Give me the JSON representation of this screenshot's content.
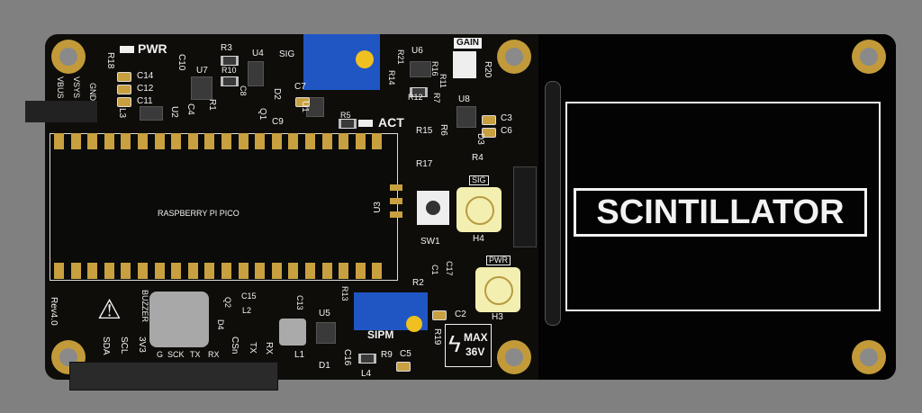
{
  "board": {
    "name": "SCINTILLATOR",
    "revision": "Rev4.0",
    "module": "RASPBERRY PI PICO"
  },
  "colors": {
    "pcb": "#0e0d0a",
    "gold": "#c8a040",
    "silk": "#f2f2f2",
    "pot": "#1f56c4",
    "background": "#808080"
  },
  "silk": {
    "pwr": "PWR",
    "r18": "R18",
    "c14": "C14",
    "c12": "C12",
    "c11": "C11",
    "vbus": "VBUS",
    "vsys": "VSYS",
    "gnd": "GND",
    "l3": "L3",
    "u2": "U2",
    "c10": "C10",
    "u7": "U7",
    "r3": "R3",
    "r10": "R10",
    "u4": "U4",
    "sig": "SIG",
    "c8": "C8",
    "r1": "R1",
    "c4": "C4",
    "d2": "D2",
    "q1": "Q1",
    "c7": "C7",
    "u1": "U1",
    "c9": "C9",
    "r5": "R5",
    "act": "ACT",
    "r21": "R21",
    "u6": "U6",
    "r14": "R14",
    "r16": "R16",
    "r11": "R11",
    "r12": "R12",
    "r7": "R7",
    "r20": "R20",
    "gain": "GAIN",
    "u8": "U8",
    "c3": "C3",
    "c6": "C6",
    "r15": "R15",
    "r6": "R6",
    "d3": "D3",
    "r17": "R17",
    "r4": "R4",
    "u3": "U3",
    "sw1": "SW1",
    "sig2": "SIG",
    "h4": "H4",
    "pwr2": "PWR",
    "h3": "H3",
    "c1": "C1",
    "c17": "C17",
    "c2": "C2",
    "r19": "R19",
    "r2": "R2",
    "r13": "R13",
    "sipm": "SIPM",
    "u5": "U5",
    "l1": "L1",
    "d1": "D1",
    "c16": "C16",
    "r9": "R9",
    "c5": "C5",
    "l4": "L4",
    "c15": "C15",
    "l2": "L2",
    "c13": "C13",
    "q2": "Q2",
    "d4": "D4",
    "buzzer": "BUZZER",
    "sda": "SDA",
    "scl": "SCL",
    "v3": "3V3",
    "g": "G",
    "sck": "SCK",
    "tx": "TX",
    "rx": "RX",
    "csn": "CSn",
    "tx2": "TX",
    "rx2": "RX",
    "max": "MAX",
    "v36": "36V"
  }
}
